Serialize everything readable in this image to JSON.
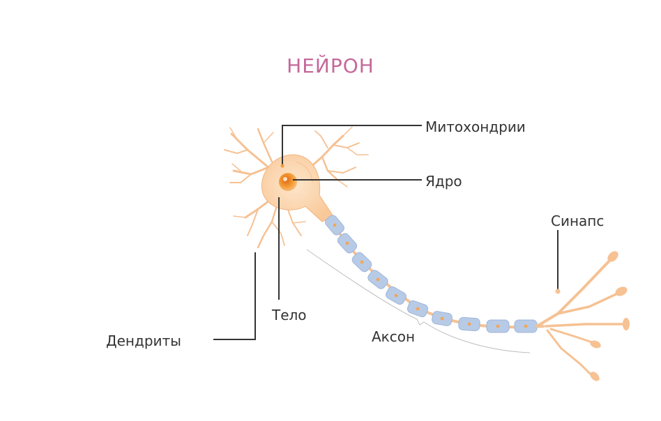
{
  "diagram": {
    "title": "НЕЙРОН",
    "labels": {
      "mitochondria": "Митохондрии",
      "nucleus": "Ядро",
      "synapse": "Синапс",
      "body": "Тело",
      "dendrites": "Дендриты",
      "axon": "Аксон"
    }
  },
  "colors": {
    "title": "#c5689a",
    "cell_body": "#fbd8b4",
    "dendrite": "#f6c193",
    "nucleus": "#f39a33",
    "myelin": "#b7cbe7",
    "myelin_dot": "#f1a65a",
    "leader_line": "#333333"
  }
}
